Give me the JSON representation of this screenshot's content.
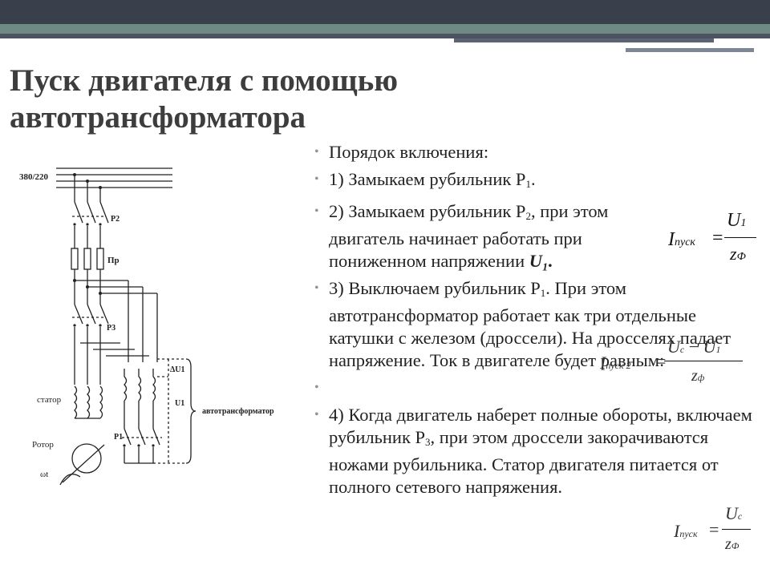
{
  "slide": {
    "title": "Пуск двигателя с помощью автотрансформатора"
  },
  "bullets": [
    {
      "text": "Порядок включения:"
    },
    {
      "pre": "1) Замыкаем рубильник Р",
      "sub": "1",
      "post": "."
    },
    {
      "pre": "2) Замыкаем рубильник Р",
      "sub": "2",
      "post": ", при этом двигатель начинает работать при пониженном напряжении ",
      "bold": "U₁."
    },
    {
      "pre": "3) Выключаем рубильник Р",
      "sub": "1",
      "post": ". При этом автотрансформатор работает как три отдельные катушки с железом (дроссели). На дросселях падает напряжение. Ток в двигателе будет равным:"
    },
    {
      "text": ""
    },
    {
      "pre": "4) Когда двигатель наберет полные обороты, включаем рубильник Р",
      "sub": "3",
      "post": ", при этом дроссели закорачиваются ножами рубильника. Статор двигателя питается от полного сетевого напряжения."
    }
  ],
  "formulas": {
    "f1": {
      "lhs": "I",
      "lhs_sub": "пуск",
      "eq": "=",
      "num": "U",
      "num_sub": "1",
      "den": "z",
      "den_sub": "Ф"
    },
    "f2": {
      "lhs": "I",
      "lhs_sub": "пуск 2",
      "eq": "=",
      "num": "U",
      "num_sub": "c",
      "minus": "−",
      "num2": "U",
      "num2_sub": "1",
      "den": "z",
      "den_sub": "ф"
    },
    "f3": {
      "lhs": "I",
      "lhs_sub": "пуск",
      "eq": "=",
      "num": "U",
      "num_sub": "c",
      "den": "z",
      "den_sub": "Ф"
    }
  },
  "diagram": {
    "supply_label": "380/220",
    "switch_p2": "Р2",
    "fuse_label": "Пр",
    "switch_p3": "Р3",
    "delta_u_label": "ΔU1",
    "u1_label": "U1",
    "stator_label": "статор",
    "autotransformer_label": "автотрансформатор",
    "switch_p1": "Р1",
    "rotor_label": "Ротор",
    "omega_label": "ωt"
  }
}
